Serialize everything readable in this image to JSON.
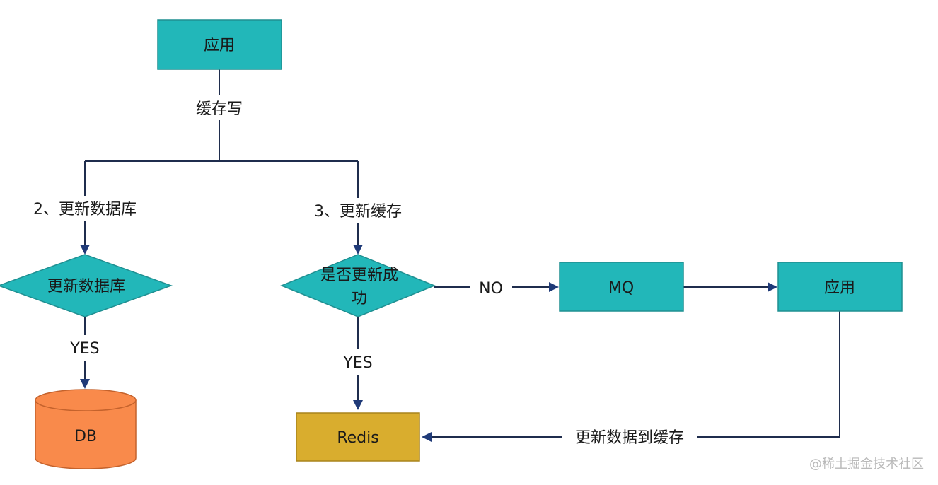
{
  "colors": {
    "teal": "#22b7b9",
    "teal_stroke": "#1f8f91",
    "db_orange": "#f98a4b",
    "db_stroke": "#c4622c",
    "redis_gold": "#d9ad2e",
    "redis_stroke": "#a8841c",
    "line": "#1f2d4d",
    "arrow": "#1f3a78"
  },
  "nodes": {
    "app_top": "应用",
    "update_db_decision": "更新数据库",
    "db": "DB",
    "update_cache_decision_line1": "是否更新成",
    "update_cache_decision_line2": "功",
    "mq": "MQ",
    "app_right": "应用",
    "redis": "Redis"
  },
  "edges": {
    "cache_write": "缓存写",
    "step2": "2、更新数据库",
    "step3": "3、更新缓存",
    "yes_left": "YES",
    "yes_right": "YES",
    "no": "NO",
    "update_data_to_cache": "更新数据到缓存"
  },
  "watermark": "@稀土掘金技术社区"
}
